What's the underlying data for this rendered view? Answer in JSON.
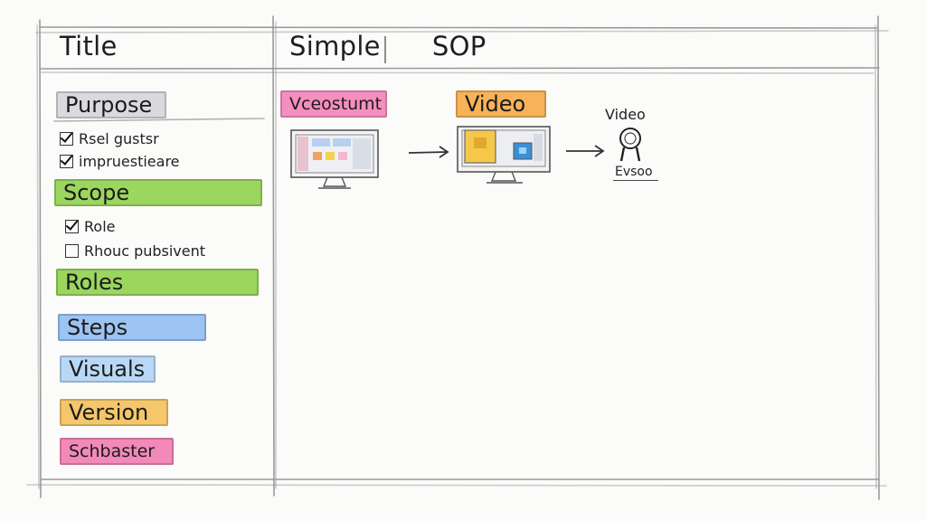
{
  "header": {
    "title_label": "Title",
    "sop_word1": "Simple",
    "sop_word2": "SOP"
  },
  "sidebar": {
    "sections": [
      {
        "label": "Purpose",
        "color": "#d9d9de"
      },
      {
        "label": "Scope",
        "color": "#9bd65e"
      },
      {
        "label": "Roles",
        "color": "#9bd65e"
      },
      {
        "label": "Steps",
        "color": "#9cc3f2"
      },
      {
        "label": "Visuals",
        "color": "#b9d8f6"
      },
      {
        "label": "Version",
        "color": "#f5c66a"
      },
      {
        "label": "Schbaster",
        "color": "#f389b8"
      }
    ],
    "purpose_checks": [
      {
        "label": "Rsel gustsr",
        "checked": true
      },
      {
        "label": "impruestieare",
        "checked": true
      }
    ],
    "scope_checks": [
      {
        "label": "Role",
        "checked": true
      },
      {
        "label": "Rhouc pubsivent",
        "checked": false
      }
    ]
  },
  "flow": {
    "step1_tag": "Vceostumt",
    "step1_color": "#f58fbf",
    "step2_tag": "Video",
    "step2_color": "#f7b25a",
    "step3_label": "Video",
    "step3_caption": "Evsoo"
  }
}
